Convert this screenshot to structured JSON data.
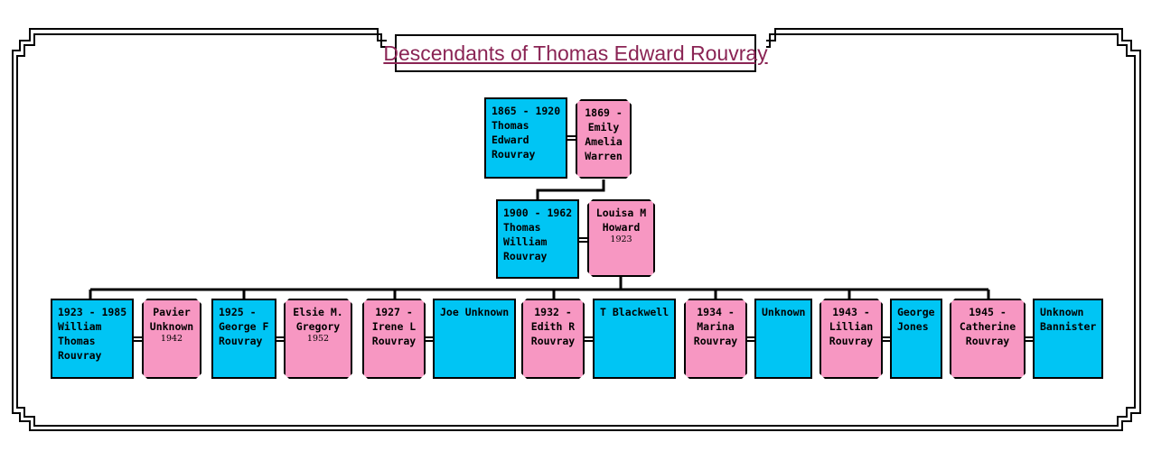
{
  "title": "Descendants of Thomas Edward Rouvray",
  "colors": {
    "male": "#00c5f4",
    "female": "#f797c2",
    "title": "#8a2454"
  },
  "generation1": {
    "husband": {
      "lines": [
        "1865 - 1920",
        "Thomas",
        "Edward",
        "Rouvray"
      ]
    },
    "wife": {
      "lines": [
        "1869 -",
        "Emily",
        "Amelia",
        "Warren"
      ]
    }
  },
  "generation2": {
    "husband": {
      "lines": [
        "1900 - 1962",
        "Thomas",
        "William",
        "Rouvray"
      ]
    },
    "wife": {
      "lines": [
        "Louisa M",
        "Howard"
      ],
      "small": "1923"
    }
  },
  "generation3": [
    {
      "child": {
        "lines": [
          "1923 - 1985",
          "William",
          "Thomas",
          "Rouvray"
        ]
      },
      "spouse": {
        "lines": [
          "Pavier",
          "Unknown"
        ],
        "small": "1942"
      }
    },
    {
      "child": {
        "lines": [
          "1925 -",
          "George F",
          "Rouvray"
        ]
      },
      "spouse": {
        "lines": [
          "Elsie M.",
          "Gregory"
        ],
        "small": "1952"
      }
    },
    {
      "child": {
        "lines": [
          "1927 -",
          "Irene L",
          "Rouvray"
        ]
      },
      "spouse": {
        "lines": [
          "Joe Unknown"
        ]
      }
    },
    {
      "child": {
        "lines": [
          "1932 -",
          "Edith R",
          "Rouvray"
        ]
      },
      "spouse": {
        "lines": [
          "T Blackwell"
        ]
      }
    },
    {
      "child": {
        "lines": [
          "1934 -",
          "Marina",
          "Rouvray"
        ]
      },
      "spouse": {
        "lines": [
          "Unknown"
        ]
      }
    },
    {
      "child": {
        "lines": [
          "1943 -",
          "Lillian",
          "Rouvray"
        ]
      },
      "spouse": {
        "lines": [
          "George",
          "Jones"
        ]
      }
    },
    {
      "child": {
        "lines": [
          "1945 -",
          "Catherine",
          "Rouvray"
        ]
      },
      "spouse": {
        "lines": [
          "Unknown",
          "Bannister"
        ]
      }
    }
  ]
}
